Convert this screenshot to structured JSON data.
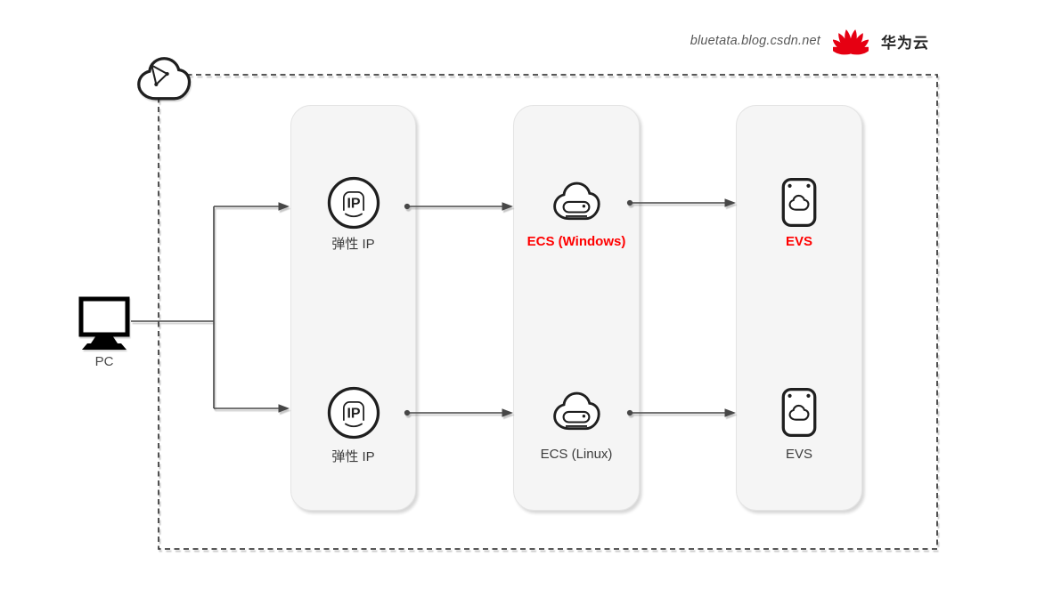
{
  "watermark": {
    "site": "bluetata.blog.csdn.net",
    "brand": "华为云"
  },
  "pc": {
    "label": "PC"
  },
  "columns": [
    {
      "name": "elastic-ip",
      "items": [
        {
          "icon": "elastic-ip-icon",
          "label": "弹性 IP",
          "highlighted": false
        },
        {
          "icon": "elastic-ip-icon",
          "label": "弹性 IP",
          "highlighted": false
        }
      ]
    },
    {
      "name": "ecs",
      "items": [
        {
          "icon": "ecs-cloud-server-icon",
          "label": "ECS (Windows)",
          "highlighted": true
        },
        {
          "icon": "ecs-cloud-server-icon",
          "label": "ECS (Linux)",
          "highlighted": false
        }
      ]
    },
    {
      "name": "evs",
      "items": [
        {
          "icon": "evs-disk-icon",
          "label": "EVS",
          "highlighted": true
        },
        {
          "icon": "evs-disk-icon",
          "label": "EVS",
          "highlighted": false
        }
      ]
    }
  ],
  "icon_text": {
    "eip_glyph": "IP"
  },
  "colors": {
    "accent_red": "#ff0000",
    "huawei_red": "#e60012",
    "label_color": "#3c3c3c",
    "line_color": "#464646",
    "dash_color": "#404040",
    "panel_bg": "#f5f5f5"
  }
}
